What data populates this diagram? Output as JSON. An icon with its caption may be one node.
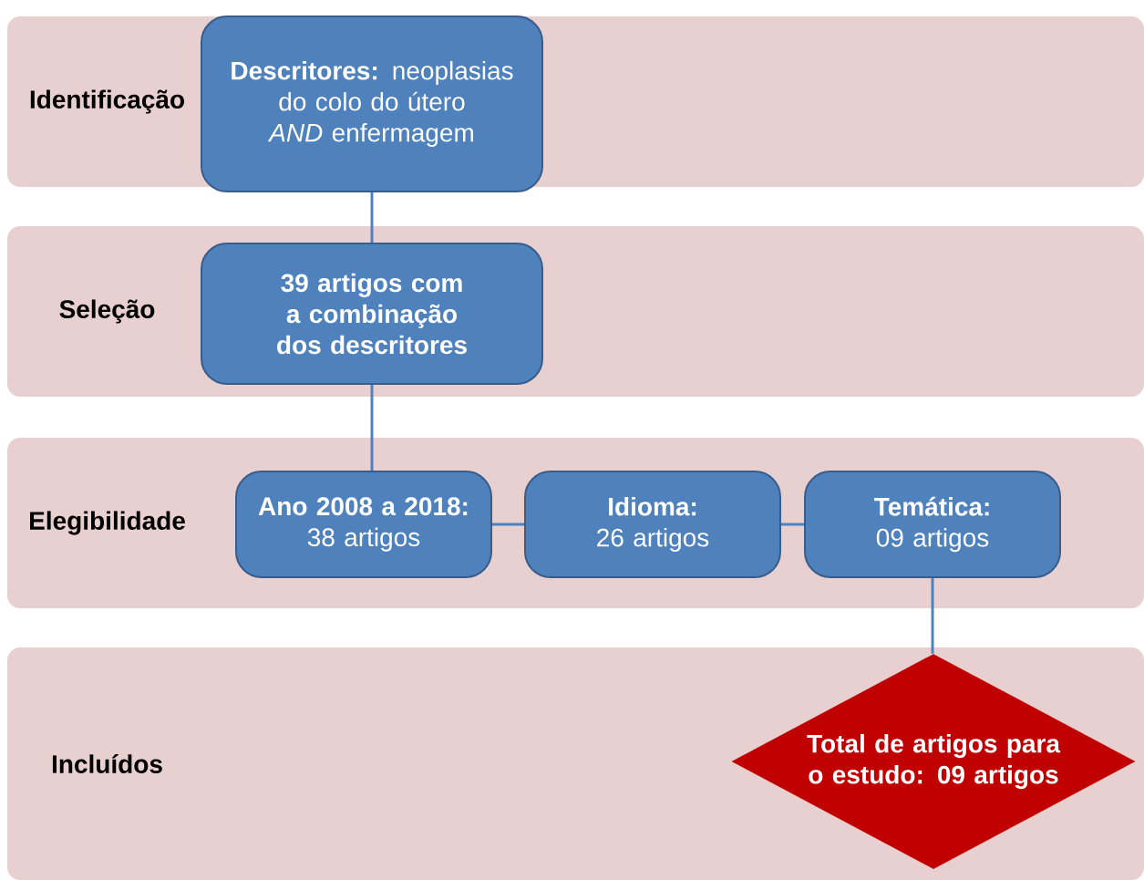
{
  "diagram": {
    "nodes": [
      {
        "text": [
          "Identificação"
        ]
      },
      {
        "text": [
          "**Descritores:** neoplasias do colo do útero *AND* enfermagem"
        ],
        "in": 0
      },
      {
        "text": [
          "Seleção"
        ]
      },
      {
        "text": [
          "39 artigos com a combinação dos descritores"
        ],
        "in": 2
      },
      {
        "text": [
          "Elegibilidade"
        ]
      },
      {
        "text": [
          "Ano 2008 a 2018:",
          "38 artigos"
        ],
        "in": 4
      },
      {
        "text": [
          "Idioma:",
          "26 artigos"
        ],
        "in": 4
      },
      {
        "text": [
          "Temática:",
          "09 artigos"
        ],
        "in": 4
      },
      {
        "text": [
          "Incluídos"
        ]
      },
      {
        "text": [
          "Total de artigos para o estudo: 09 artigos"
        ],
        "in": 8
      }
    ],
    "edges": [
      {
        "from": 1,
        "to": 3,
        "arrow": "none"
      },
      {
        "from": 3,
        "to": 5,
        "arrow": "none"
      },
      {
        "from": 5,
        "to": 6,
        "arrow": "none"
      },
      {
        "from": 6,
        "to": 7,
        "arrow": "none"
      },
      {
        "from": 7,
        "to": 9,
        "arrow": "none"
      }
    ]
  }
}
